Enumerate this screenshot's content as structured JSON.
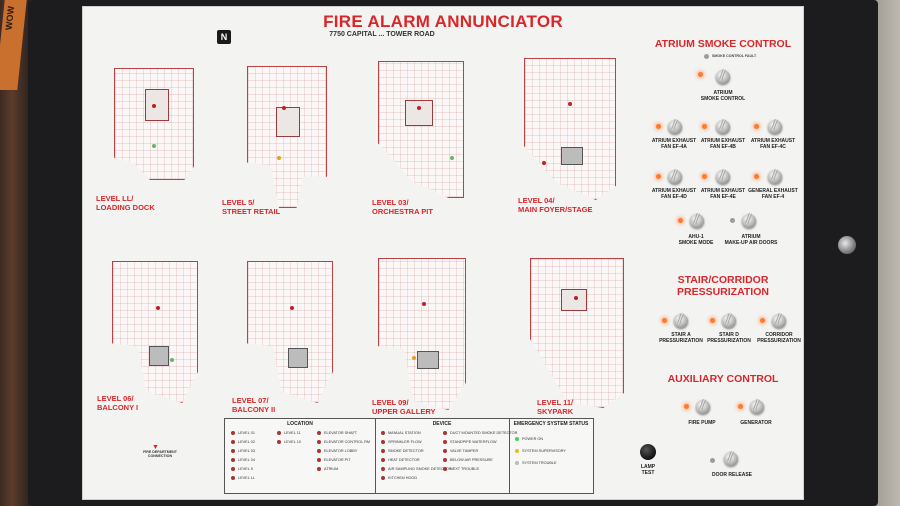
{
  "panel": {
    "title": "FIRE ALARM ANNUNCIATOR",
    "subtitle": "7750 CAPITAL ... TOWER ROAD",
    "north_marker": "N"
  },
  "levels": [
    {
      "label": "LEVEL LL/\nLOADING DOCK"
    },
    {
      "label": "LEVEL 5/\nSTREET RETAIL"
    },
    {
      "label": "LEVEL 03/\nORCHESTRA PIT"
    },
    {
      "label": "LEVEL 04/\nMAIN FOYER/STAGE"
    },
    {
      "label": "LEVEL 06/\nBALCONY I"
    },
    {
      "label": "LEVEL 07/\nBALCONY II"
    },
    {
      "label": "LEVEL 09/\nUPPER GALLERY"
    },
    {
      "label": "LEVEL 11/\nSKYPARK"
    }
  ],
  "atrium": {
    "heading": "ATRIUM SMOKE CONTROL",
    "fault_label": "SMOKE CONTROL FAULT",
    "main_label": "ATRIUM\nSMOKE CONTROL",
    "fans": [
      "ATRIUM EXHAUST\nFAN EF-4A",
      "ATRIUM EXHAUST\nFAN EF-4B",
      "ATRIUM EXHAUST\nFAN EF-4C",
      "ATRIUM EXHAUST\nFAN EF-4D",
      "ATRIUM EXHAUST\nFAN EF-4E",
      "GENERAL EXHAUST\nFAN EF-4"
    ],
    "bottom": [
      "AHU-1\nSMOKE MODE",
      "ATRIUM\nMAKE-UP AIR DOORS"
    ]
  },
  "stair": {
    "heading": "STAIR/CORRIDOR\nPRESSURIZATION",
    "items": [
      "STAIR A\nPRESSURIZATION",
      "STAIR D\nPRESSURIZATION",
      "CORRIDOR\nPRESSURIZATION"
    ]
  },
  "aux": {
    "heading": "AUXILIARY CONTROL",
    "items": [
      "FIRE PUMP",
      "GENERATOR",
      "DOOR RELEASE"
    ]
  },
  "legend": {
    "location_header": "LOCATION",
    "device_header": "DEVICE",
    "status_header": "EMERGENCY SYSTEM STATUS",
    "locations_a": [
      "LEVEL 01",
      "LEVEL 02",
      "LEVEL 03",
      "LEVEL 04",
      "LEVEL 5",
      "LEVEL LL"
    ],
    "locations_b": [
      "LEVEL 11",
      "LEVEL 10"
    ],
    "locations_c": [
      "ELEVATOR SHAFT",
      "ELEVATOR CONTROL RM",
      "ELEVATOR LOBBY",
      "ELEVATOR PIT",
      "ATRIUM"
    ],
    "devices_a": [
      "MANUAL STATION",
      "SPRINKLER FLOW",
      "SMOKE DETECTOR",
      "HEAT DETECTOR",
      "AIR SAMPLING SMOKE DETECTOR",
      "KITCHEN HOOD"
    ],
    "devices_b": [
      "DUCT MOUNTED SMOKE DETECTOR",
      "STANDPIPE WATERFLOW",
      "VALVE TAMPER",
      "BELOW AIR PRESSURE",
      "NEXT TROUBLE"
    ],
    "status": [
      "POWER ON",
      "SYSTEM SUPERVISORY",
      "SYSTEM TROUBLE"
    ]
  },
  "lamp_test": "LAMP\nTEST",
  "fire_department_connection": "FIRE DEPARTMENT\nCONNECTION",
  "strap_text": "WOW",
  "colors": {
    "accent": "#d8272b",
    "panel": "#f3f3f1",
    "lamp_on": "#ff7a2a"
  }
}
